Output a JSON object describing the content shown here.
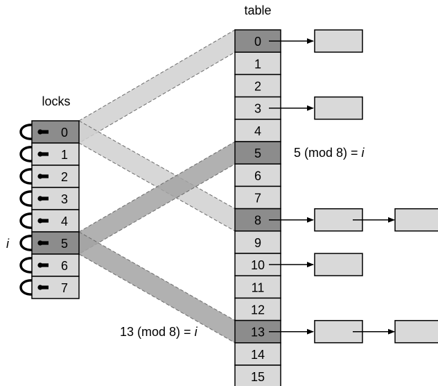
{
  "labels": {
    "table": "table",
    "locks": "locks",
    "lock_var": "i",
    "eq5_text": "5 (mod 8) = ",
    "eq5_var": "i",
    "eq13_text": "13 (mod 8) = ",
    "eq13_var": "i"
  },
  "table": {
    "indices": [
      "0",
      "1",
      "2",
      "3",
      "4",
      "5",
      "6",
      "7",
      "8",
      "9",
      "10",
      "11",
      "12",
      "13",
      "14",
      "15"
    ],
    "highlighted": [
      0,
      5,
      8,
      13
    ]
  },
  "locks": {
    "indices": [
      "0",
      "1",
      "2",
      "3",
      "4",
      "5",
      "6",
      "7"
    ],
    "highlighted": [
      0,
      5
    ]
  },
  "chains": [
    {
      "bucket": 0,
      "length": 1
    },
    {
      "bucket": 3,
      "length": 1
    },
    {
      "bucket": 8,
      "length": 2
    },
    {
      "bucket": 10,
      "length": 1
    },
    {
      "bucket": 13,
      "length": 2
    }
  ],
  "mappings": [
    {
      "lock": 0,
      "bucket": 0,
      "shade": "light"
    },
    {
      "lock": 0,
      "bucket": 8,
      "shade": "light"
    },
    {
      "lock": 5,
      "bucket": 5,
      "shade": "dark"
    },
    {
      "lock": 5,
      "bucket": 13,
      "shade": "dark"
    }
  ],
  "colors": {
    "cell_fill": "#d9d9d9",
    "cell_highlight": "#8c8c8c",
    "band_light": "#d0d0d0",
    "band_dark": "#a3a3a3",
    "stroke": "#000000"
  }
}
